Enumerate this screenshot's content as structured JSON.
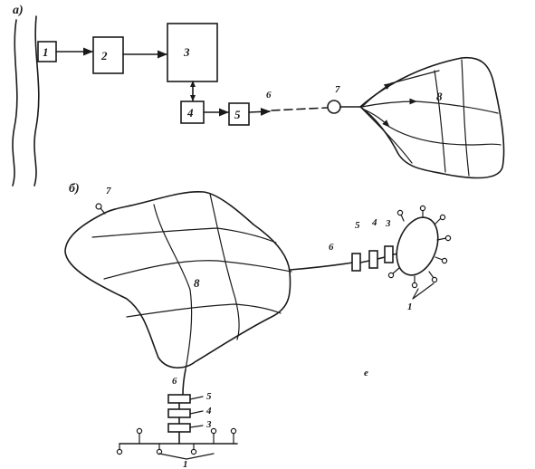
{
  "part_a": {
    "label": "а)",
    "blocks": {
      "b1": "1",
      "b2": "2",
      "b3": "3",
      "b4": "4",
      "b5": "5"
    },
    "line_label": "6",
    "node_label": "7",
    "network_label": "8"
  },
  "part_b": {
    "label": "б)",
    "node_label": "7",
    "network_label": "8",
    "right_link_label": "6",
    "right_block_labels": {
      "b5": "5",
      "b4": "4",
      "b3": "3"
    },
    "right_sensors_label": "1",
    "bottom_link_label": "6",
    "bottom_block_labels": {
      "b5": "5",
      "b4": "4",
      "b3": "3"
    },
    "bottom_sensors_label": "1"
  },
  "stray_mark": "e"
}
